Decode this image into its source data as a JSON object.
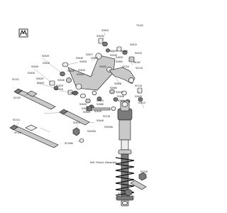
{
  "diagram": {
    "drawing_code": "T0102",
    "reference_note": "Ref. Shock Absorber",
    "labels": {
      "c92028_top": "92028",
      "c92049_top": "92049",
      "c92015_top": "92015",
      "c92049_r": "92049",
      "c92068_a": "92068",
      "c92049_b": "92049",
      "c92027": "92027",
      "c92028_b": "92028",
      "c92015_r": "92015",
      "c92046_l": "92046",
      "c92001": "92001",
      "c92028_c": "92028",
      "c92065_r": "92065",
      "c46102_r": "46102",
      "c92049_c": "92049",
      "c92028_d": "92028",
      "c92049_d": "92049",
      "c92049_e": "92049",
      "c92154_r": "92154",
      "c92210_r": "92210",
      "c92026": "92026",
      "c92049_m": "92049",
      "c92028_m": "92028",
      "c92046_m": "92046",
      "c92028_l2": "92028",
      "c92151_l": "92151",
      "c92049_l2": "92049",
      "c92046_l2": "92046",
      "c92029": "92029",
      "c461020": "461020",
      "c92066": "92066",
      "c92028_r2": "92028",
      "c92210_r2": "92210",
      "c92049_r2": "92049",
      "c92046_r2": "92046",
      "c461020_b": "461020",
      "c92049_r3": "92049",
      "c92028_r3": "92028",
      "c92015_r3": "92015",
      "c92153_l": "92153",
      "c92049_m2": "92049",
      "c92065_m": "92065",
      "c92066_m": "92066",
      "c92046_m2": "92046",
      "c92028_m2": "92028",
      "c92049_m3": "92049",
      "c92210_c": "92210",
      "c92046_c": "92046",
      "c92049A": "92049A",
      "c92049A_b": "92049A",
      "c92015_b": "92015",
      "c92151_b": "92151",
      "c92150_b": "92150",
      "c92150A": "92150A",
      "c92150_br": "92150",
      "c92210A": "92210A"
    }
  }
}
